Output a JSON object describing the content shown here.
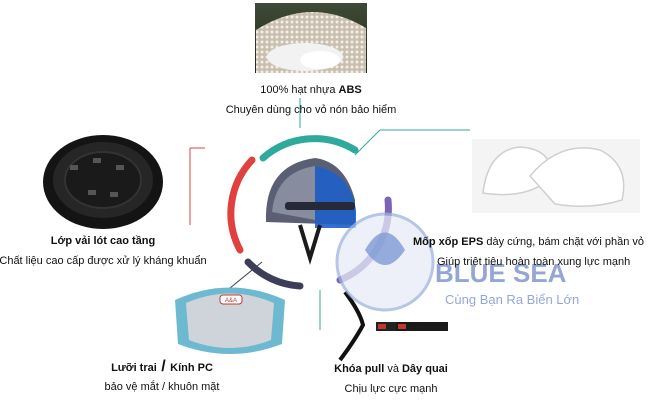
{
  "features": {
    "abs": {
      "line1_pre": "100% hạt nhựa ",
      "line1_bold": "ABS",
      "line2": "Chuyên dùng cho vỏ nón bảo hiểm"
    },
    "lining": {
      "title": "Lớp vải lót cao tầng",
      "desc": "Chất liệu cao cấp được xử lý kháng khuẩn"
    },
    "foam": {
      "title_bold": "Mốp xốp EPS",
      "title_rest": " dày cứng, bám chặt với phần vỏ",
      "desc": "Giúp triệt tiêu hoàn toàn xung lực mạnh"
    },
    "visor": {
      "part1": "Lưỡi trai",
      "sep": " / ",
      "part2": "Kính PC",
      "desc": "bảo vệ mắt / khuôn mặt"
    },
    "buckle": {
      "title_bold1": "Khóa pull",
      "title_mid": " và ",
      "title_bold2": "Dây quai",
      "desc": "Chịu lực cực mạnh"
    }
  },
  "watermark": {
    "brand": "BLUE SEA",
    "tagline": "Cùng Bạn Ra Biển Lớn"
  },
  "colors": {
    "red": "#e0413f",
    "teal": "#2fa99b",
    "purple": "#7b63b8",
    "navy": "#3d3e58",
    "green": "#3cab72",
    "watermark_blue": "#3d5fb0"
  },
  "visor_brand_mark": "A&A"
}
